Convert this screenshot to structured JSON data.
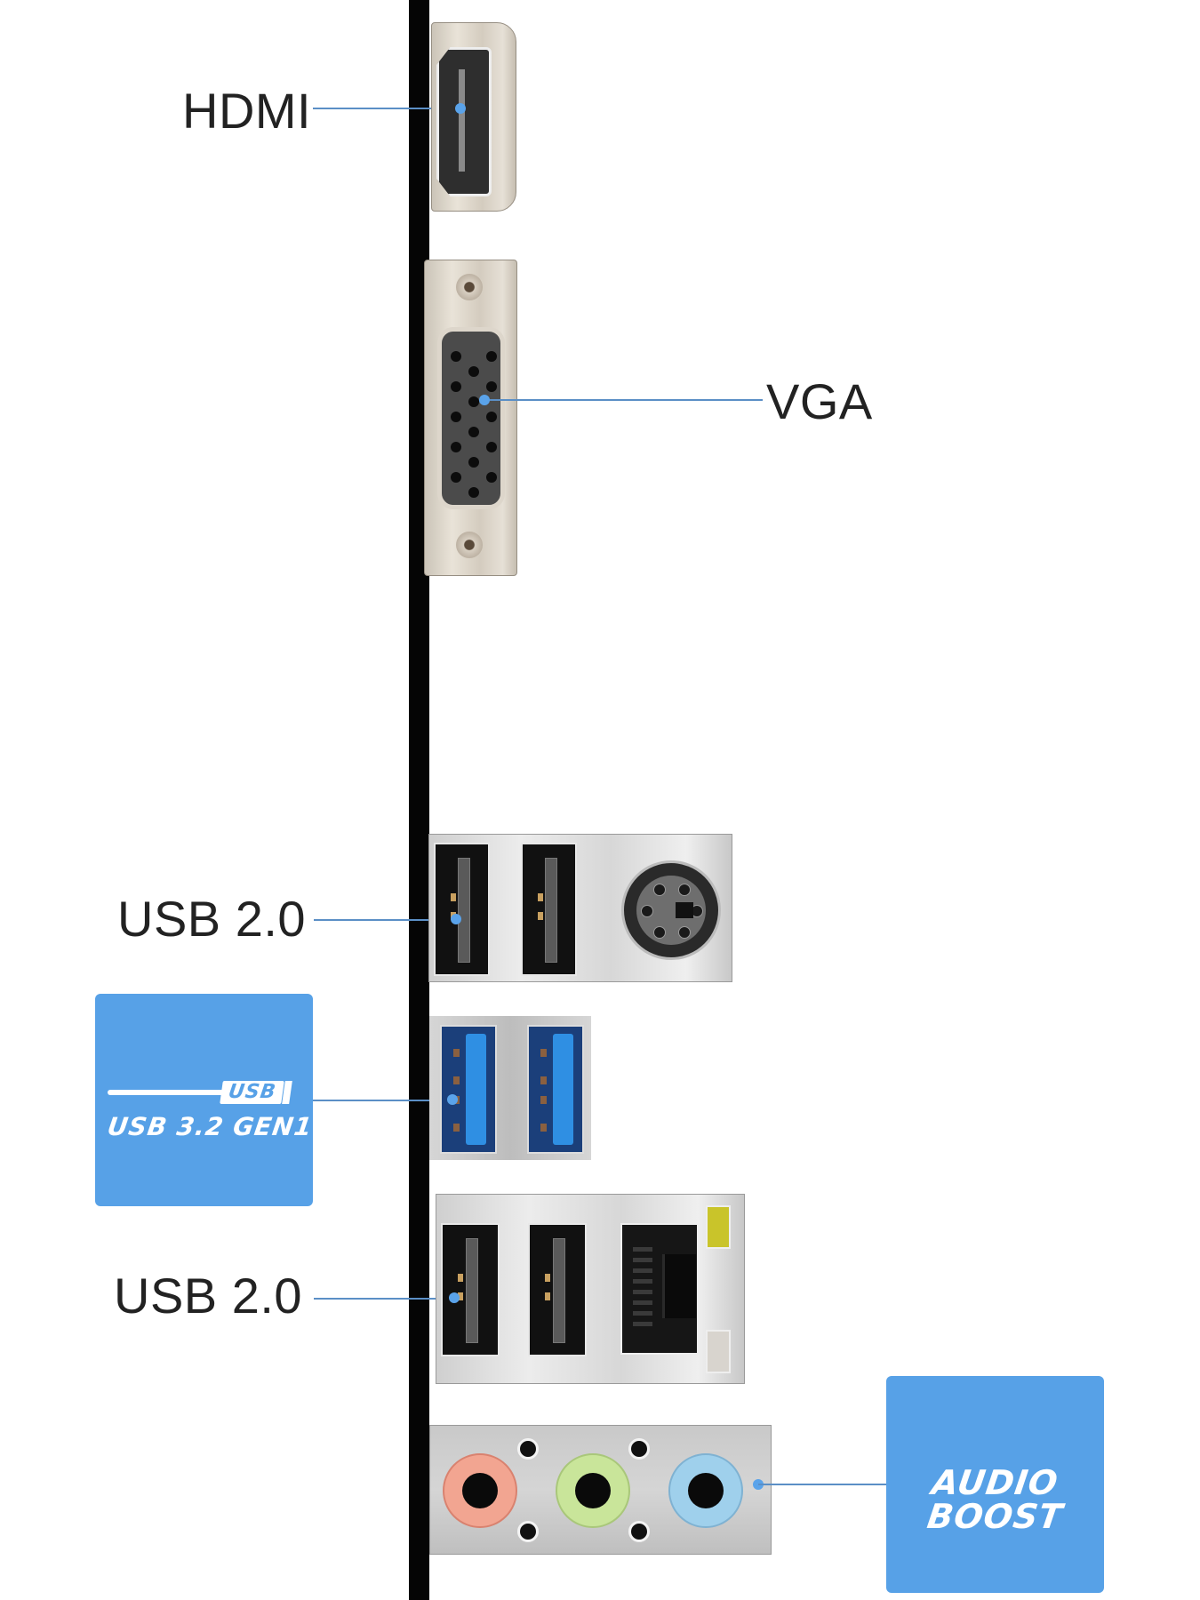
{
  "title": "Motherboard rear I/O panel port diagram",
  "colors": {
    "accent": "#57a1e7",
    "leader_line": "#5b8fc6",
    "label_text": "#222222",
    "panel_bar": "#050505",
    "jack_pink": "#f2a591",
    "jack_green": "#c9e59a",
    "jack_blue": "#9fd0ec",
    "usb3_blue": "#2f8fe3"
  },
  "labels": {
    "hdmi": "HDMI",
    "vga": "VGA",
    "usb2_top": "USB 2.0",
    "usb2_bottom": "USB 2.0"
  },
  "badges": {
    "usb32": {
      "logo_text": "USB",
      "text": "USB 3.2 GEN1"
    },
    "audio": {
      "line1": "AUDIO",
      "line2": "BOOST"
    }
  },
  "ports": {
    "hdmi": {
      "name": "HDMI port",
      "count": 1
    },
    "vga": {
      "name": "VGA (D-Sub 15-pin) port",
      "pins": 15
    },
    "ps2": {
      "name": "PS/2 combo port",
      "pins": 6
    },
    "usb2_top": {
      "name": "USB 2.0 ports",
      "count": 2
    },
    "usb32": {
      "name": "USB 3.2 Gen1 ports",
      "count": 2
    },
    "usb2_bottom": {
      "name": "USB 2.0 ports",
      "count": 2
    },
    "lan": {
      "name": "RJ-45 LAN port",
      "leds": [
        "yellow",
        "white"
      ]
    },
    "audio": {
      "name": "Audio jacks",
      "jacks": [
        "pink",
        "green",
        "blue"
      ]
    }
  }
}
